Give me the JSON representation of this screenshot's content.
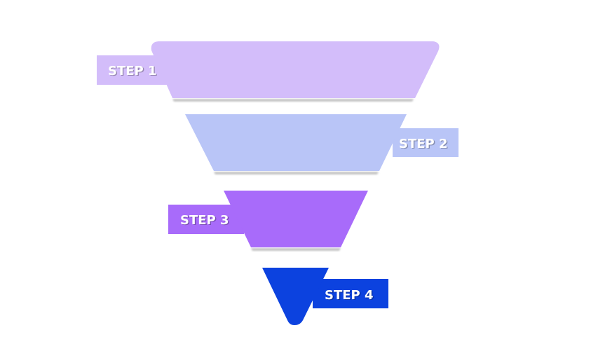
{
  "funnel": {
    "steps": [
      {
        "label": "STEP 1",
        "color": "#d3bdfa"
      },
      {
        "label": "STEP 2",
        "color": "#b9c5f7"
      },
      {
        "label": "STEP 3",
        "color": "#a86bfa"
      },
      {
        "label": "STEP 4",
        "color": "#0c42df"
      }
    ],
    "shadow_color": "#c4c4c4"
  }
}
